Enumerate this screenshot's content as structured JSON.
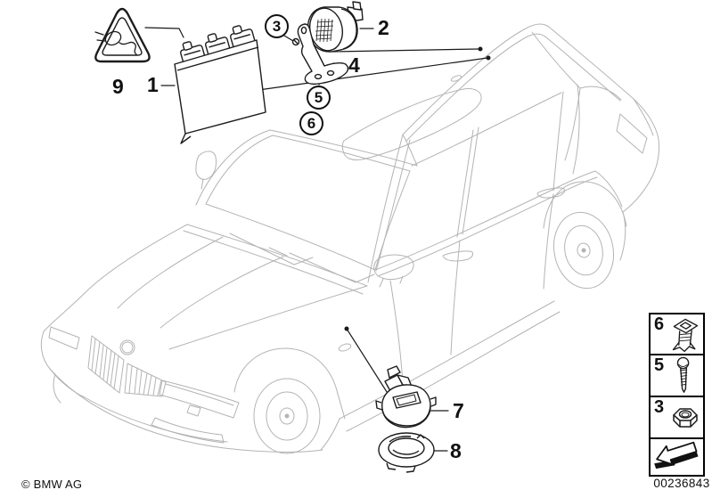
{
  "callouts": {
    "c1": "1",
    "c2": "2",
    "c3": "3",
    "c4": "4",
    "c5": "5",
    "c6": "6",
    "c7": "7",
    "c8": "8",
    "c9": "9"
  },
  "side_panel": {
    "items": [
      {
        "label": "6",
        "icon": "expansion-rivet-icon"
      },
      {
        "label": "5",
        "icon": "self-tapping-screw-icon"
      },
      {
        "label": "3",
        "icon": "hex-nut-icon"
      },
      {
        "label": "",
        "icon": "page-continue-arrow-icon"
      }
    ]
  },
  "footer": {
    "copyright": "© BMW AG",
    "diagram_number": "00236843"
  },
  "icons": {
    "warning": "power-plug-warning-icon"
  },
  "colors": {
    "background": "#ffffff",
    "car_line": "#b4b4b4",
    "part_line": "#1c1c1c",
    "label": "#111111"
  }
}
